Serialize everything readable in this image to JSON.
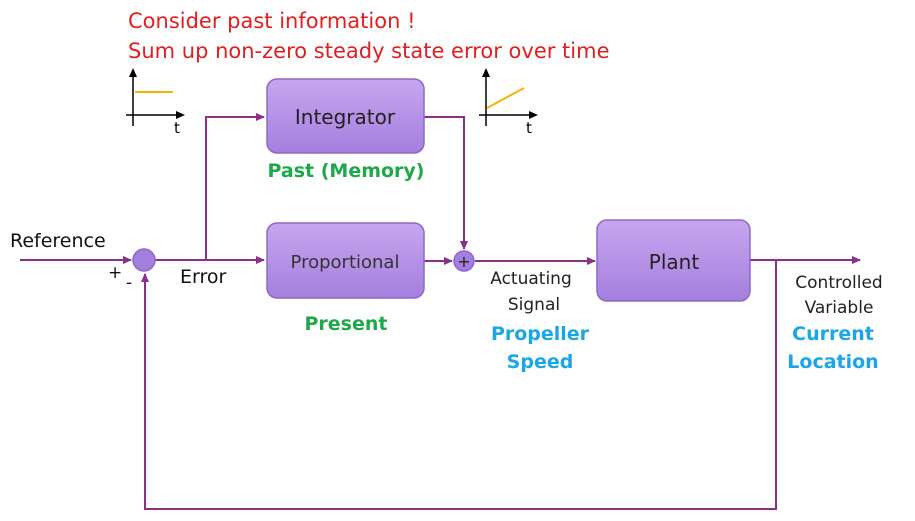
{
  "header": {
    "line1": "Consider past information  !",
    "line2": "Sum up non-zero steady state error over time"
  },
  "colors": {
    "wire": "#8b2f8b",
    "block_fill_top": "#c7a6ef",
    "block_fill_bottom": "#a57fdd",
    "block_stroke": "#8d68c9",
    "header_red": "#e31e1e",
    "green_label": "#1fa84a",
    "blue_label": "#1aa7e8",
    "step_plot": "#f5b400"
  },
  "blocks": {
    "integrator": "Integrator",
    "proportional": "Proportional",
    "plant": "Plant"
  },
  "labels": {
    "reference": "Reference",
    "error": "Error",
    "plus_sign": "+",
    "minus_sign": "-",
    "sum_plus": "+",
    "actuating_line1": "Actuating",
    "actuating_line2": "Signal",
    "propeller_line1": "Propeller",
    "propeller_line2": "Speed",
    "controlled_line1": "Controlled",
    "controlled_line2": "Variable",
    "current_line1": "Current",
    "current_line2": "Location",
    "past_memory": "Past (Memory)",
    "present": "Present",
    "t_axis_left": "t",
    "t_axis_right": "t"
  },
  "icons": {
    "step_input_plot": "step-input-graph-icon",
    "ramp_output_plot": "ramp-output-graph-icon"
  }
}
